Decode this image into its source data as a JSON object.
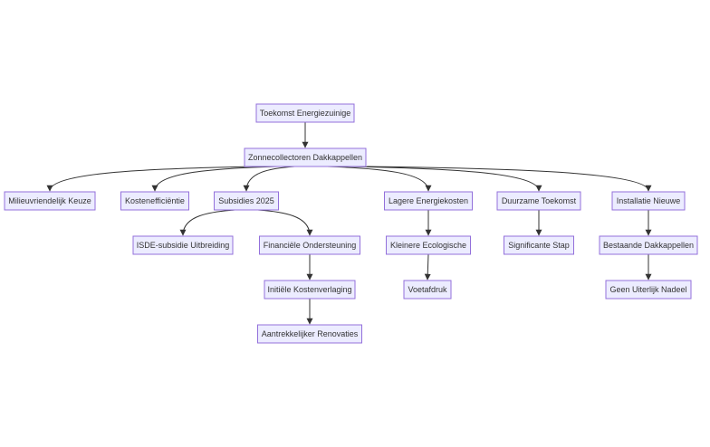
{
  "diagram": {
    "type": "flowchart",
    "direction": "top-down",
    "colors": {
      "node_fill": "#ECECFF",
      "node_border": "#9370DB",
      "text": "#333333",
      "edge": "#333333"
    },
    "nodes": [
      {
        "id": "toekomst",
        "label": "Toekomst Energiezuinige"
      },
      {
        "id": "zonnecollectoren",
        "label": "Zonnecollectoren Dakkappellen"
      },
      {
        "id": "milieu",
        "label": "Milieuvriendelijk Keuze"
      },
      {
        "id": "kosten",
        "label": "Kostenefficiëntie"
      },
      {
        "id": "subsidies",
        "label": "Subsidies 2025"
      },
      {
        "id": "lagere",
        "label": "Lagere Energiekosten"
      },
      {
        "id": "duurzaam",
        "label": "Duurzame Toekomst"
      },
      {
        "id": "installatie",
        "label": "Installatie Nieuwe"
      },
      {
        "id": "isde",
        "label": "ISDE-subsidie Uitbreiding"
      },
      {
        "id": "financiele",
        "label": "Financiële Ondersteuning"
      },
      {
        "id": "kleinere",
        "label": "Kleinere Ecologische"
      },
      {
        "id": "significante",
        "label": "Significante Stap"
      },
      {
        "id": "bestaande",
        "label": "Bestaande Dakkappellen"
      },
      {
        "id": "initiele",
        "label": "Initiële Kostenverlaging"
      },
      {
        "id": "voetafdruk",
        "label": "Voetafdruk"
      },
      {
        "id": "geen",
        "label": "Geen Uiterlijk Nadeel"
      },
      {
        "id": "aantrekkelijker",
        "label": "Aantrekkelijker Renovaties"
      }
    ],
    "edges": [
      {
        "from": "toekomst",
        "to": "zonnecollectoren"
      },
      {
        "from": "zonnecollectoren",
        "to": "milieu"
      },
      {
        "from": "zonnecollectoren",
        "to": "kosten"
      },
      {
        "from": "zonnecollectoren",
        "to": "subsidies"
      },
      {
        "from": "zonnecollectoren",
        "to": "lagere"
      },
      {
        "from": "zonnecollectoren",
        "to": "duurzaam"
      },
      {
        "from": "zonnecollectoren",
        "to": "installatie"
      },
      {
        "from": "subsidies",
        "to": "isde"
      },
      {
        "from": "subsidies",
        "to": "financiele"
      },
      {
        "from": "financiele",
        "to": "initiele"
      },
      {
        "from": "initiele",
        "to": "aantrekkelijker"
      },
      {
        "from": "lagere",
        "to": "kleinere"
      },
      {
        "from": "kleinere",
        "to": "voetafdruk"
      },
      {
        "from": "duurzaam",
        "to": "significante"
      },
      {
        "from": "installatie",
        "to": "bestaande"
      },
      {
        "from": "bestaande",
        "to": "geen"
      }
    ]
  }
}
